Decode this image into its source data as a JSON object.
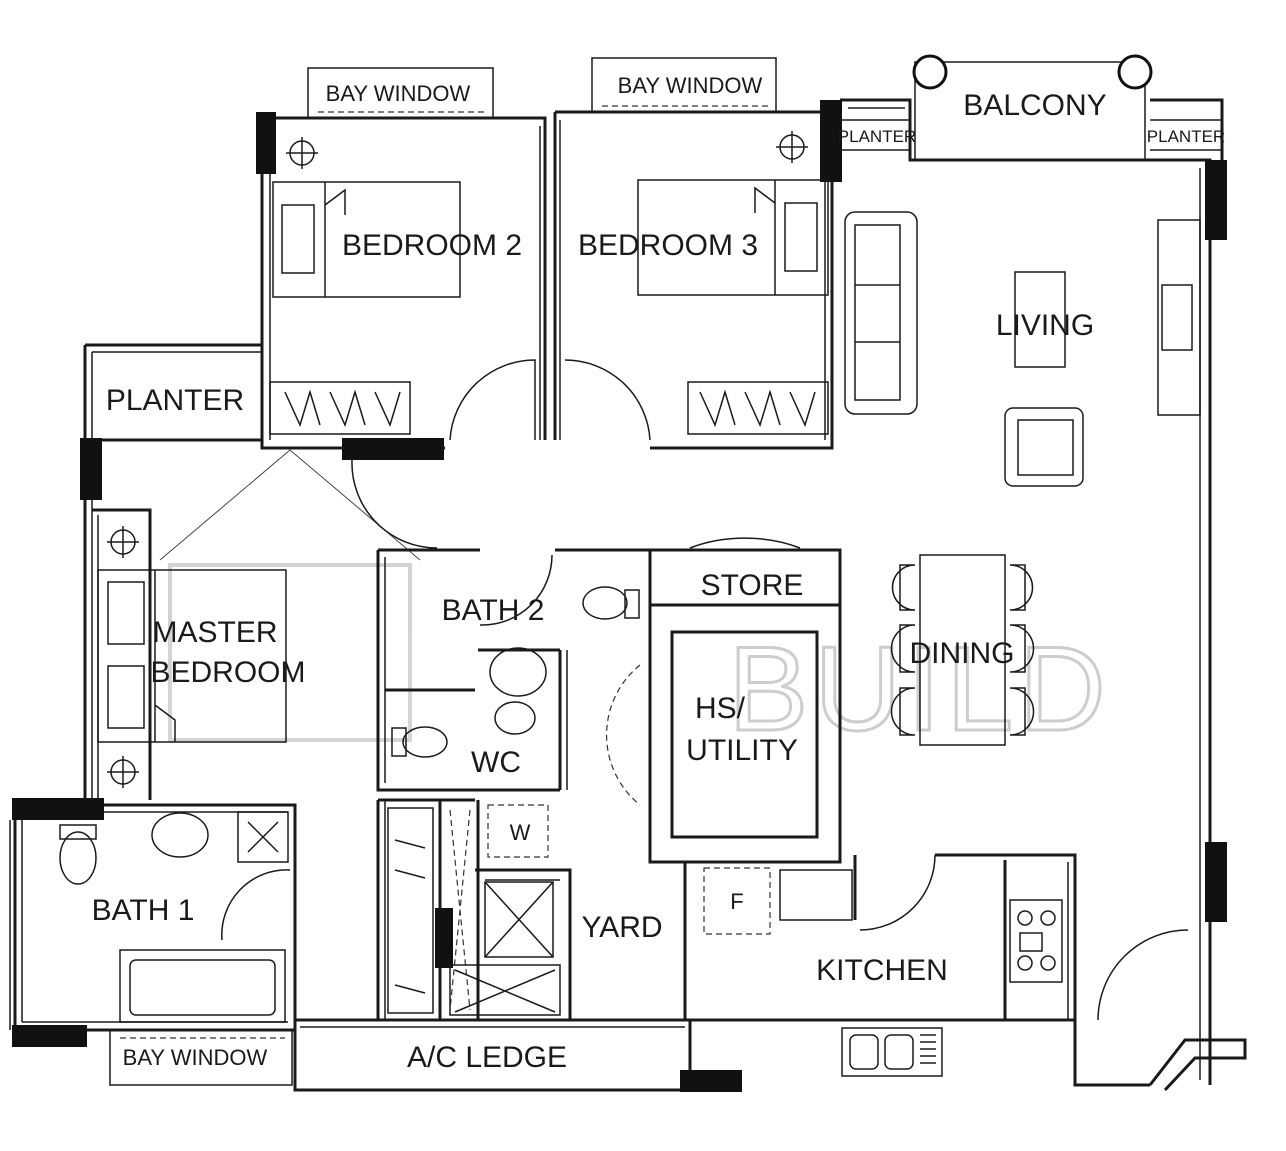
{
  "rooms": {
    "bedroom2": "BEDROOM 2",
    "bedroom3": "BEDROOM 3",
    "living": "LIVING",
    "balcony": "BALCONY",
    "planter_left_balcony": "PLANTER",
    "planter_right_balcony": "PLANTER",
    "planter": "PLANTER",
    "master_bedroom_line1": "MASTER",
    "master_bedroom_line2": "BEDROOM",
    "bath2": "BATH 2",
    "store": "STORE",
    "dining": "DINING",
    "hs_utility_line1": "HS/",
    "hs_utility_line2": "UTILITY",
    "wc": "WC",
    "bath1": "BATH 1",
    "yard": "YARD",
    "kitchen": "KITCHEN",
    "ac_ledge": "A/C LEDGE"
  },
  "bay_windows": {
    "bedroom2": "BAY WINDOW",
    "bedroom3": "BAY WINDOW",
    "bath1": "BAY WINDOW"
  },
  "fixtures": {
    "washer": "W",
    "fridge": "F"
  },
  "watermark": "BUILD"
}
